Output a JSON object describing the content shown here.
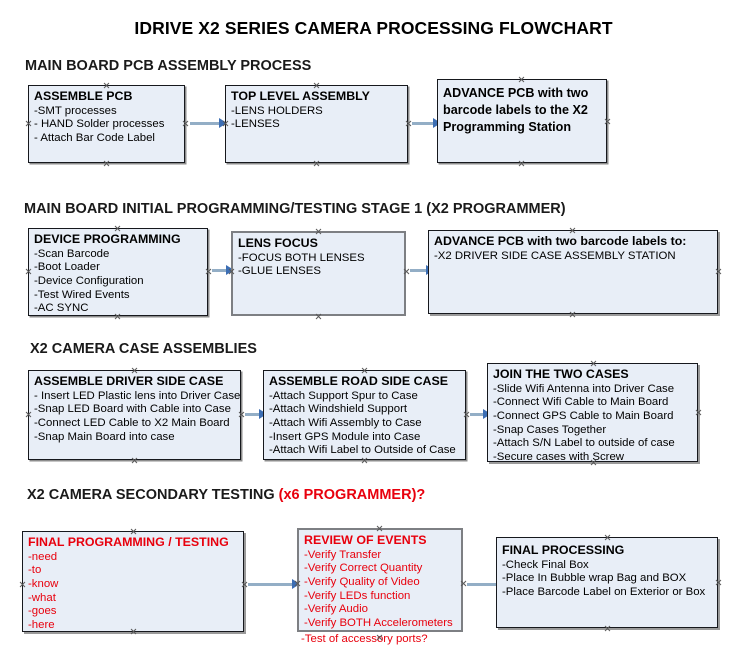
{
  "document": {
    "title": "IDRIVE X2  SERIES CAMERA PROCESSING FLOWCHART"
  },
  "colors": {
    "box_fill": "#e8eef7",
    "box_border": "#16181d",
    "box_border_gray": "#7d7f83",
    "connector": "#93aec6",
    "arrowhead": "#3c6eb4",
    "accent_red": "#e8000d",
    "text": "#000000",
    "background": "#ffffff"
  },
  "sections": [
    {
      "heading": "MAIN BOARD PCB ASSEMBLY PROCESS",
      "heading_accent": "",
      "boxes": [
        {
          "title": "ASSEMBLE PCB",
          "lines": [
            "-SMT processes",
            "- HAND Solder processes",
            "- Attach Bar Code Label"
          ]
        },
        {
          "title": "TOP LEVEL ASSEMBLY",
          "lines": [
            "-LENS HOLDERS",
            "-LENSES"
          ]
        },
        {
          "title": "ADVANCE PCB with two barcode labels to the  X2 Programming Station",
          "lines": []
        }
      ]
    },
    {
      "heading": "MAIN BOARD INITIAL PROGRAMMING/TESTING STAGE 1 (X2 PROGRAMMER)",
      "heading_accent": "",
      "boxes": [
        {
          "title": "DEVICE PROGRAMMING",
          "lines": [
            "-Scan Barcode",
            "-Boot Loader",
            "-Device Configuration",
            "-Test Wired Events",
            "-AC SYNC"
          ]
        },
        {
          "title": "LENS FOCUS",
          "lines": [
            "-FOCUS BOTH LENSES",
            "-GLUE LENSES"
          ]
        },
        {
          "title": "ADVANCE PCB with two barcode labels to:",
          "lines": [
            "-X2 DRIVER  SIDE  CASE  ASSEMBLY STATION"
          ]
        }
      ]
    },
    {
      "heading": "X2 CAMERA CASE ASSEMBLIES",
      "heading_accent": "",
      "boxes": [
        {
          "title": "ASSEMBLE DRIVER SIDE CASE",
          "lines": [
            "- Insert LED Plastic lens into Driver Case",
            "-Snap LED Board with Cable into Case",
            "-Connect LED Cable to X2 Main Board",
            "-Snap Main Board into case"
          ]
        },
        {
          "title": "ASSEMBLE ROAD SIDE CASE",
          "lines": [
            "-Attach Support Spur to Case",
            "-Attach Windshield Support",
            "-Attach Wifi Assembly to Case",
            "-Insert GPS Module into Case",
            "-Attach Wifi Label to Outside of Case"
          ]
        },
        {
          "title": "JOIN THE TWO CASES",
          "lines": [
            "-Slide Wifi Antenna into Driver Case",
            "-Connect Wifi Cable to Main Board",
            "-Connect GPS Cable to Main Board",
            "-Snap Cases Together",
            "-Attach S/N Label to outside of case",
            "-Secure cases with Screw"
          ]
        }
      ]
    },
    {
      "heading": "X2 CAMERA SECONDARY TESTING ",
      "heading_accent": "(x6 PROGRAMMER)?",
      "boxes": [
        {
          "title": "FINAL PROGRAMMING / TESTING",
          "lines": [
            "-need",
            "-to",
            "-know",
            "-what",
            "-goes",
            "-here"
          ]
        },
        {
          "title": "REVIEW OF EVENTS",
          "lines": [
            "-Verify Transfer",
            "-Verify Correct Quantity",
            "-Verify Quality of Video",
            "-Verify LEDs function",
            "-Verify Audio",
            "-Verify BOTH Accelerometers"
          ],
          "overflow_line": "-Test of accessory ports?"
        },
        {
          "title": "FINAL PROCESSING",
          "lines": [
            " -Check Final Box",
            "-Place In Bubble wrap Bag and BOX",
            "-Place Barcode Label on Exterior or Box"
          ]
        }
      ]
    }
  ]
}
